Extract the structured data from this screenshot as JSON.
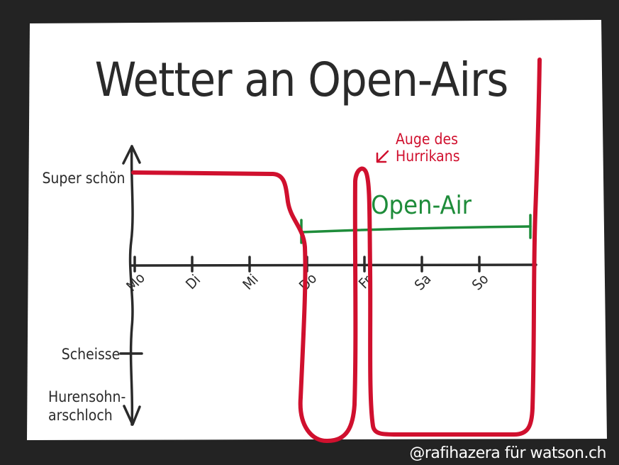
{
  "chart_data": {
    "type": "line",
    "title": "Wetter an Open-Airs",
    "categories": [
      "Mo",
      "Di",
      "Mi",
      "Do",
      "Fr",
      "Sa",
      "So"
    ],
    "y_levels": [
      "Super schön",
      "Scheisse",
      "Hurensohn-\narschloch"
    ],
    "series": [
      {
        "name": "",
        "values": []
      }
    ],
    "annotations": {
      "hurricane_eye": "Auge des\nHurrikans",
      "open_air": "Open-Air"
    },
    "colors": {
      "weather_line": "#d0102e",
      "open_air_bracket": "#1e8c3a",
      "axis": "#2a2a2a",
      "paper": "#ffffff",
      "background": "#232323"
    }
  },
  "credit": "@rafihazera für watson.ch"
}
